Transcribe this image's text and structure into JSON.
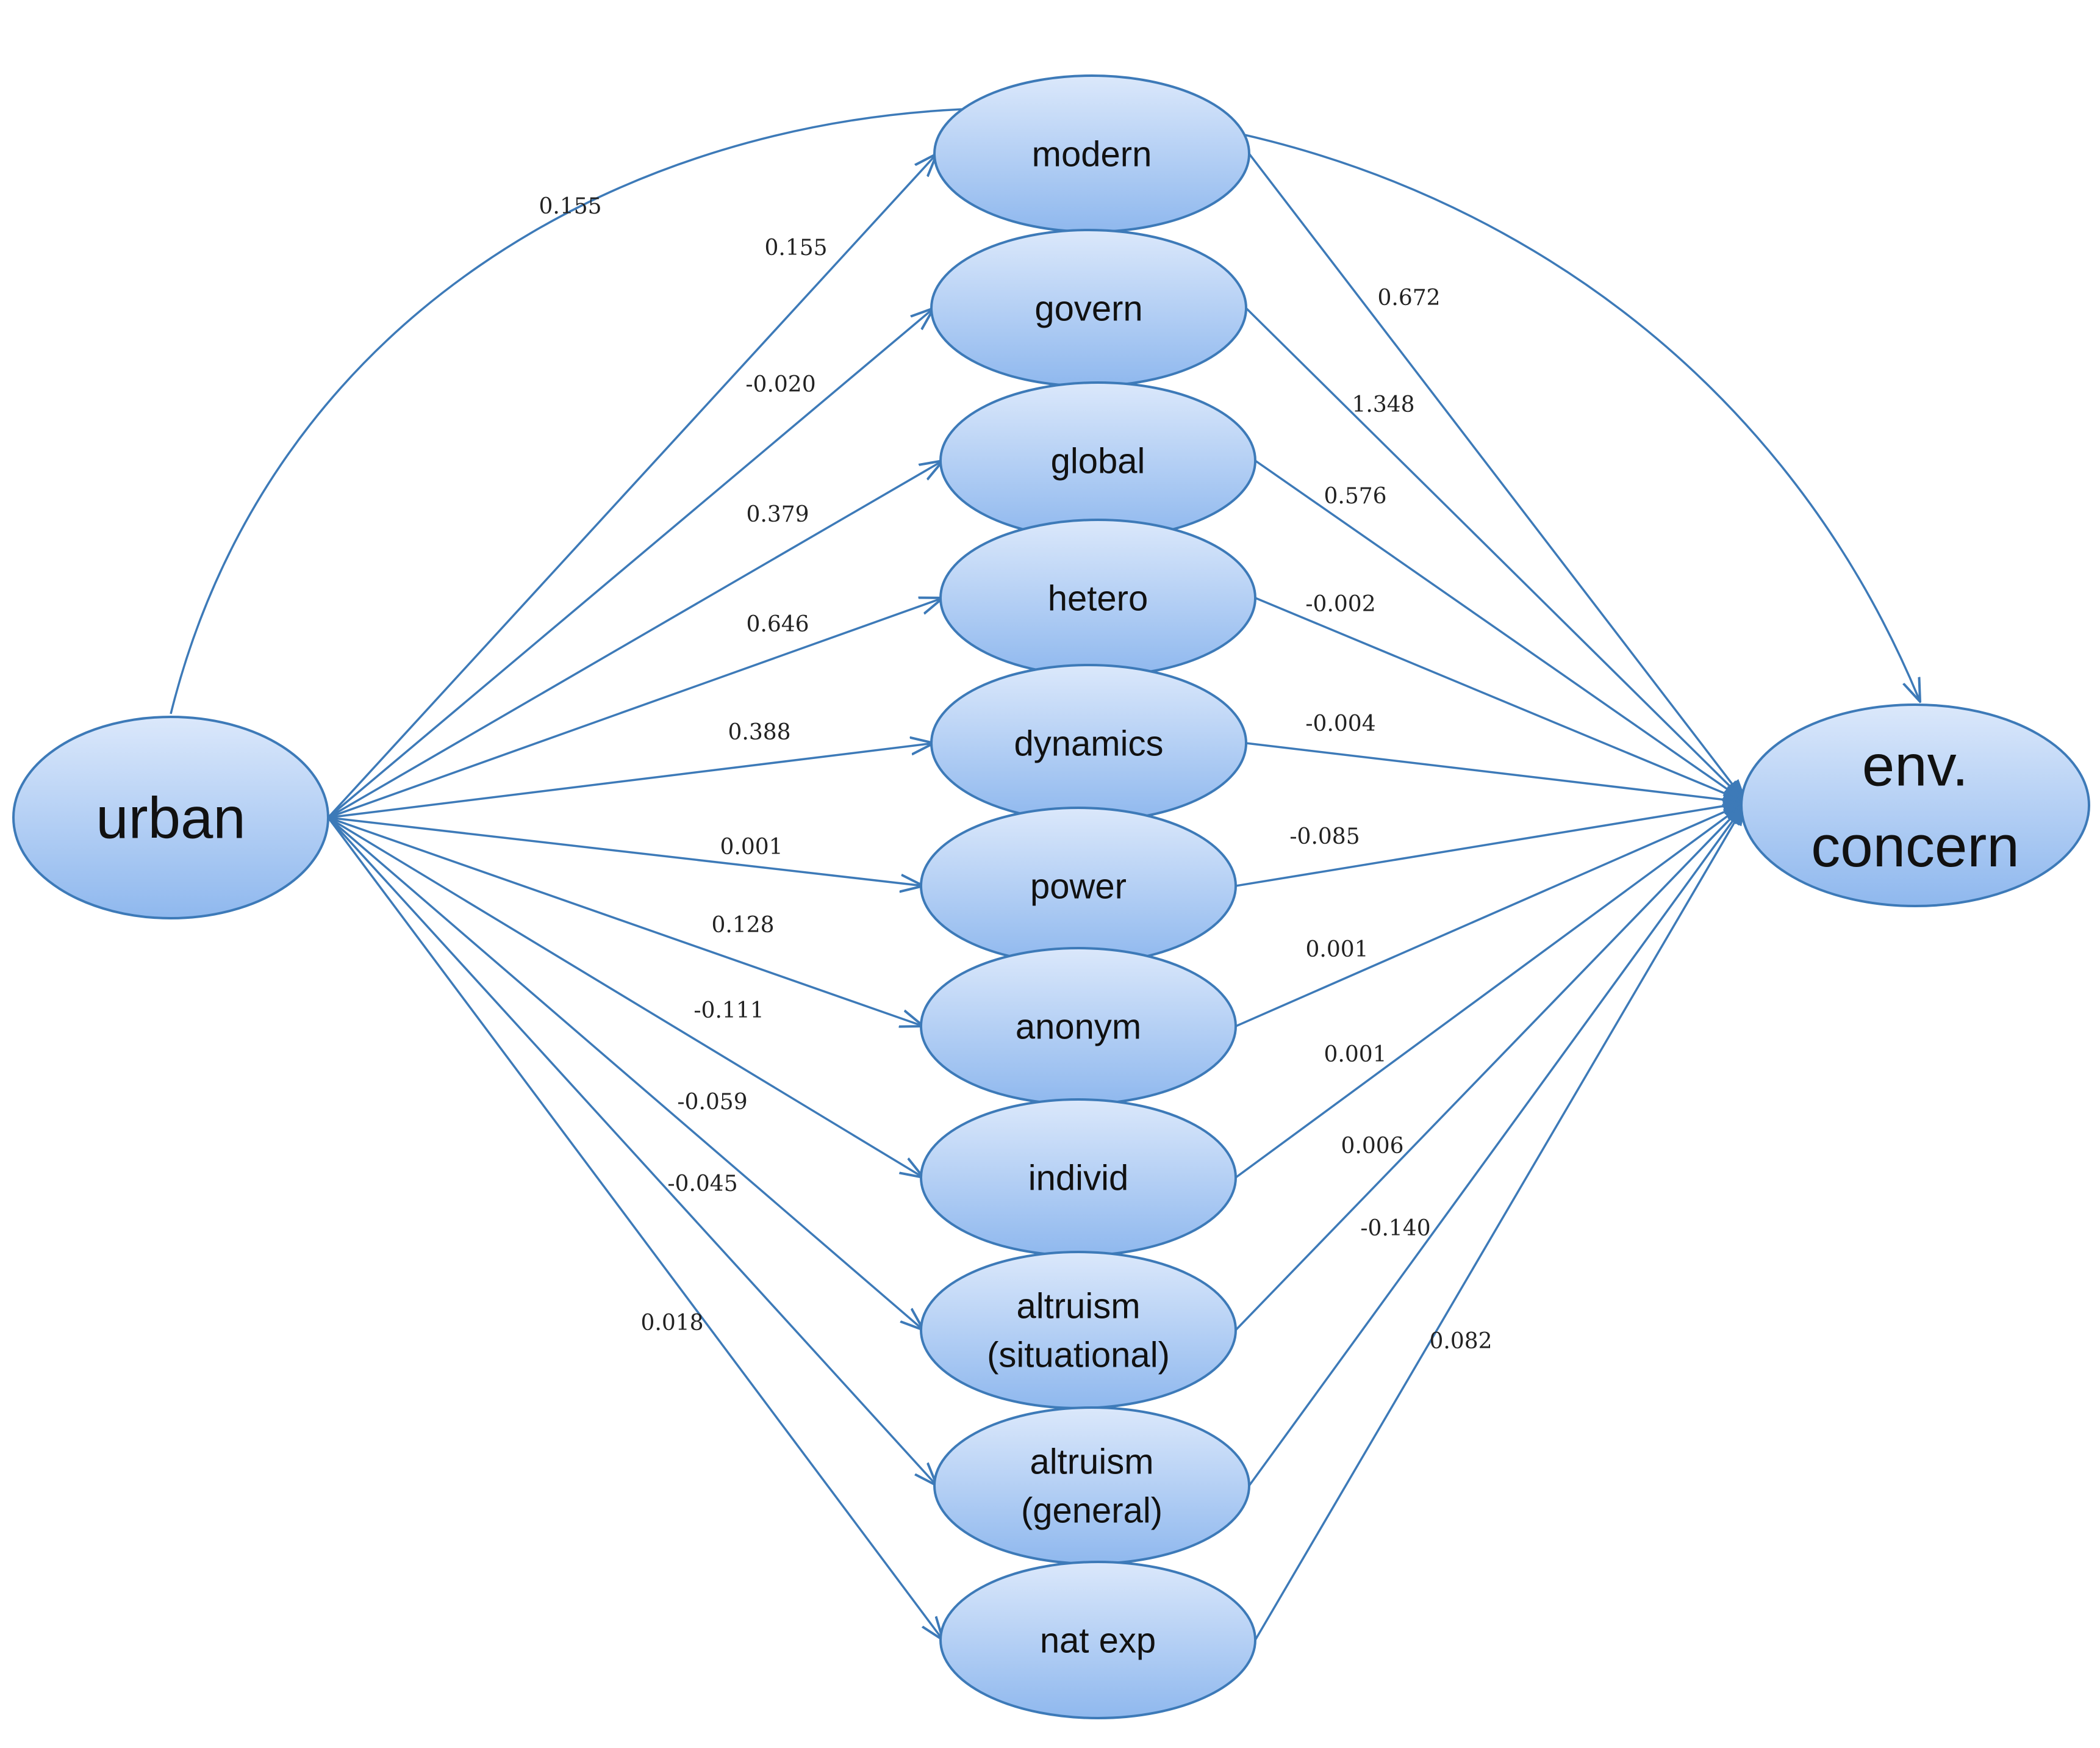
{
  "diagram": {
    "nodes": {
      "source": {
        "id": "urban",
        "label": [
          "urban"
        ]
      },
      "target": {
        "id": "env-concern",
        "label": [
          "env.",
          "concern"
        ]
      },
      "mediators": [
        {
          "id": "modern",
          "label": [
            "modern"
          ]
        },
        {
          "id": "govern",
          "label": [
            "govern"
          ]
        },
        {
          "id": "global",
          "label": [
            "global"
          ]
        },
        {
          "id": "hetero",
          "label": [
            "hetero"
          ]
        },
        {
          "id": "dynamics",
          "label": [
            "dynamics"
          ]
        },
        {
          "id": "power",
          "label": [
            "power"
          ]
        },
        {
          "id": "anonym",
          "label": [
            "anonym"
          ]
        },
        {
          "id": "individ",
          "label": [
            "individ"
          ]
        },
        {
          "id": "altruism-situational",
          "label": [
            "altruism",
            "(situational)"
          ]
        },
        {
          "id": "altruism-general",
          "label": [
            "altruism",
            "(general)"
          ]
        },
        {
          "id": "nat-exp",
          "label": [
            "nat exp"
          ]
        }
      ]
    },
    "direct_effect": {
      "from": "urban",
      "to": "env-concern",
      "coefficient": "0.155"
    },
    "paths_in": [
      {
        "to": "modern",
        "coefficient": "0.155"
      },
      {
        "to": "govern",
        "coefficient": "-0.020"
      },
      {
        "to": "global",
        "coefficient": "0.379"
      },
      {
        "to": "hetero",
        "coefficient": "0.646"
      },
      {
        "to": "dynamics",
        "coefficient": "0.388"
      },
      {
        "to": "power",
        "coefficient": "0.001"
      },
      {
        "to": "anonym",
        "coefficient": "0.128"
      },
      {
        "to": "individ",
        "coefficient": "-0.111"
      },
      {
        "to": "altruism-situational",
        "coefficient": "-0.059"
      },
      {
        "to": "altruism-general",
        "coefficient": "-0.045"
      },
      {
        "to": "nat-exp",
        "coefficient": "0.018"
      }
    ],
    "paths_out": [
      {
        "from": "modern",
        "coefficient": "0.672"
      },
      {
        "from": "govern",
        "coefficient": "1.348"
      },
      {
        "from": "global",
        "coefficient": "0.576"
      },
      {
        "from": "hetero",
        "coefficient": "-0.002"
      },
      {
        "from": "dynamics",
        "coefficient": "-0.004"
      },
      {
        "from": "power",
        "coefficient": "-0.085"
      },
      {
        "from": "anonym",
        "coefficient": "0.001"
      },
      {
        "from": "individ",
        "coefficient": "0.001"
      },
      {
        "from": "altruism-situational",
        "coefficient": "0.006"
      },
      {
        "from": "altruism-general",
        "coefficient": "-0.140"
      },
      {
        "from": "nat-exp",
        "coefficient": "0.082"
      }
    ],
    "colors": {
      "node_fill_top": "#dbe8fb",
      "node_fill_bottom": "#8fb8ee",
      "node_stroke": "#3d7ab8",
      "edge": "#3d7ab8",
      "text": "#111111"
    }
  }
}
